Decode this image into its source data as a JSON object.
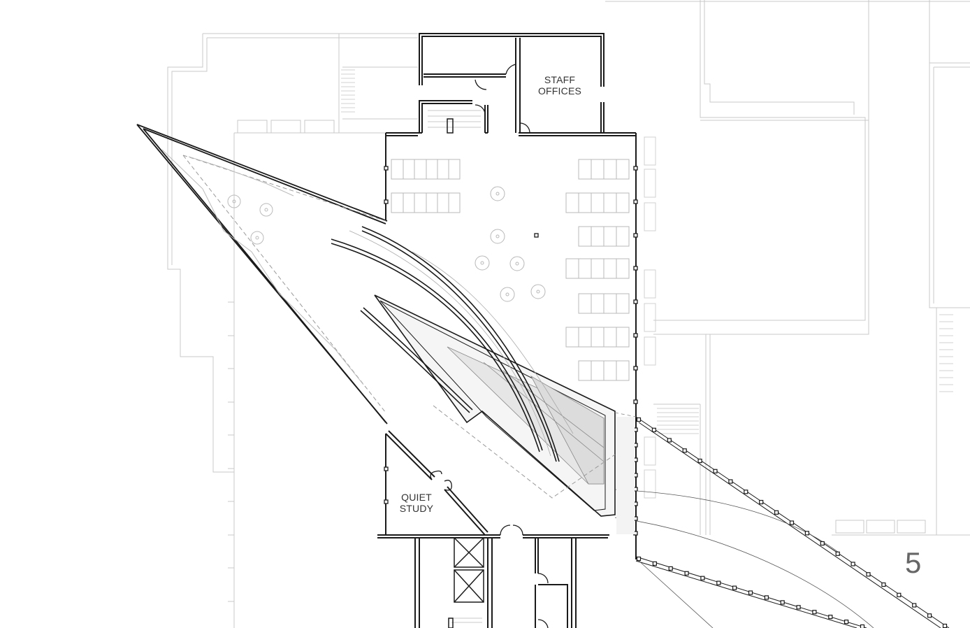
{
  "rooms": {
    "staff_offices": [
      "STAFF",
      "OFFICES"
    ],
    "quiet_study": [
      "QUIET",
      "STUDY"
    ]
  },
  "sheet_number": "5",
  "colors": {
    "wall": "#1a1a1a",
    "context_line": "#c8c8c8",
    "furniture": "#b8b8b8",
    "void_fill": "#ebebeb",
    "void_fill_light": "#f5f5f5"
  }
}
